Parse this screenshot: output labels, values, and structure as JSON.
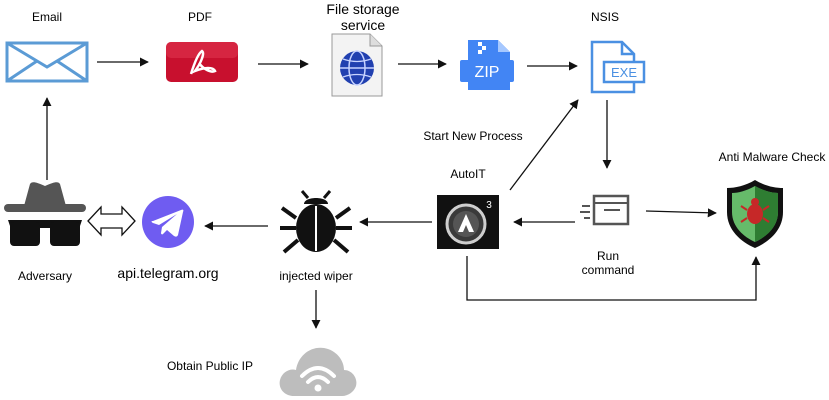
{
  "nodes": {
    "email": {
      "label": "Email",
      "icon": "envelope-icon"
    },
    "pdf": {
      "label": "PDF",
      "icon": "pdf-file-icon"
    },
    "file_storage": {
      "label_line1": "File storage",
      "label_line2": "service",
      "icon": "globe-document-icon"
    },
    "zip": {
      "badge": "ZIP",
      "icon": "zip-file-icon"
    },
    "nsis": {
      "label": "NSIS",
      "badge": "EXE",
      "icon": "exe-file-icon"
    },
    "autoit": {
      "label": "AutoIT",
      "icon": "autoit-logo-icon",
      "superscript": "3"
    },
    "run_command": {
      "label_line1": "Run",
      "label_line2": "command",
      "icon": "terminal-window-icon"
    },
    "anti_malware": {
      "label": "Anti Malware Check",
      "icon": "shield-bug-icon"
    },
    "injected_wiper": {
      "label": "injected wiper",
      "icon": "bug-icon"
    },
    "telegram": {
      "label": "api.telegram.org",
      "icon": "telegram-icon"
    },
    "adversary": {
      "label": "Adversary",
      "icon": "spy-hat-glasses-icon"
    },
    "public_ip": {
      "label": "Obtain Public IP",
      "icon": "wifi-cloud-icon"
    }
  },
  "edges": {
    "start_new_process": "Start New Process"
  },
  "colors": {
    "email_blue": "#5b9bd5",
    "pdf_red": "#c8102e",
    "file_blue": "#4285f4",
    "shield_green": "#2e7d32",
    "shield_light": "#66bb6a",
    "telegram_purple": "#6f5cf1",
    "cloud_gray": "#bdbdbd"
  }
}
